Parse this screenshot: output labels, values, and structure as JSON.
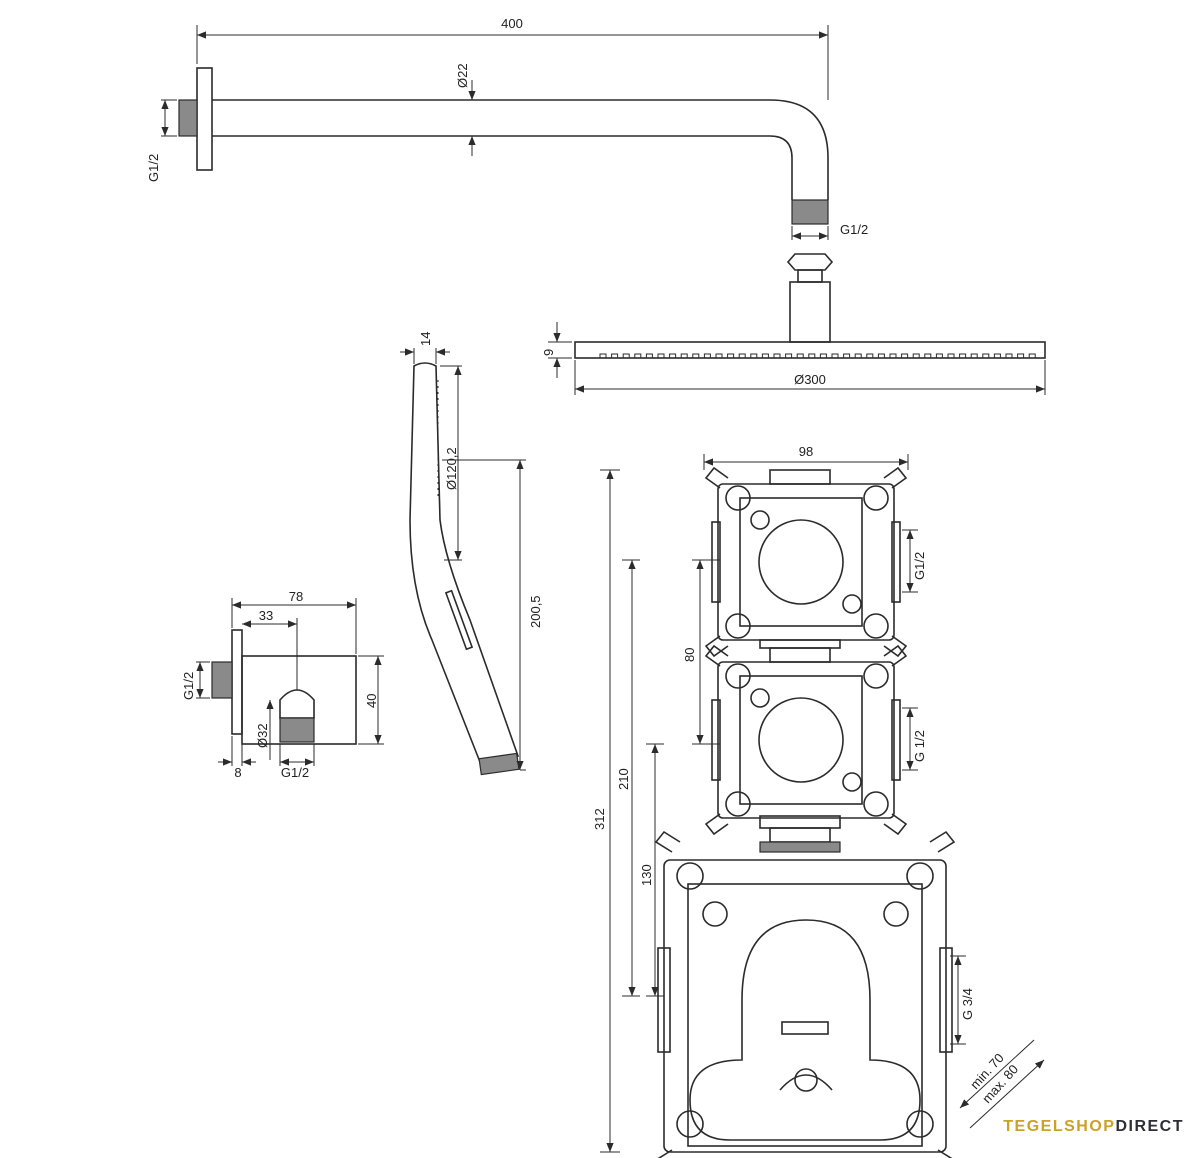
{
  "dimensions": {
    "arm_length": "400",
    "arm_diameter": "Ø22",
    "arm_wall_thread": "G1/2",
    "arm_outlet_thread": "G1/2",
    "head_height": "9",
    "head_diameter": "Ø300",
    "hand_width": "14",
    "hand_face": "Ø120,2",
    "hand_length": "200,5",
    "elbow_depth": "78",
    "elbow_offset": "33",
    "elbow_thread_in": "G1/2",
    "elbow_height": "40",
    "elbow_diameter": "Ø32",
    "elbow_flange": "8",
    "elbow_thread_out": "G1/2",
    "box_width": "98",
    "box_top_thread": "G1/2",
    "box_spacing": "80",
    "box_mid_thread": "G 1/2",
    "box_total": "312",
    "box_210": "210",
    "box_130": "130",
    "box_main_thread": "G 3/4",
    "depth_min": "min. 70",
    "depth_max": "max. 80"
  },
  "brand": {
    "part1": "TEGELSHOP",
    "part2": "DIRECT"
  }
}
